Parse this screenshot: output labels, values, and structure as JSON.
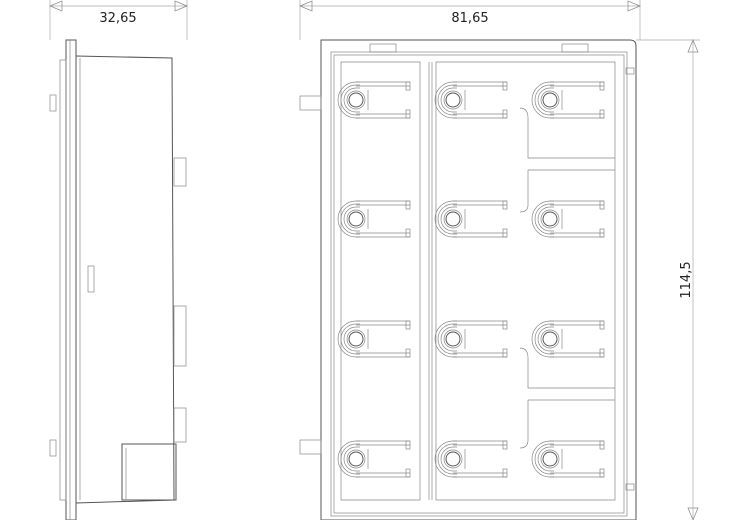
{
  "dimensions": {
    "side_width": "32,65",
    "front_width": "81,65",
    "front_height": "114,5"
  },
  "views": {
    "side": "side-view",
    "front": "front-view"
  },
  "button_grid": {
    "rows": 4,
    "cols": 3
  }
}
